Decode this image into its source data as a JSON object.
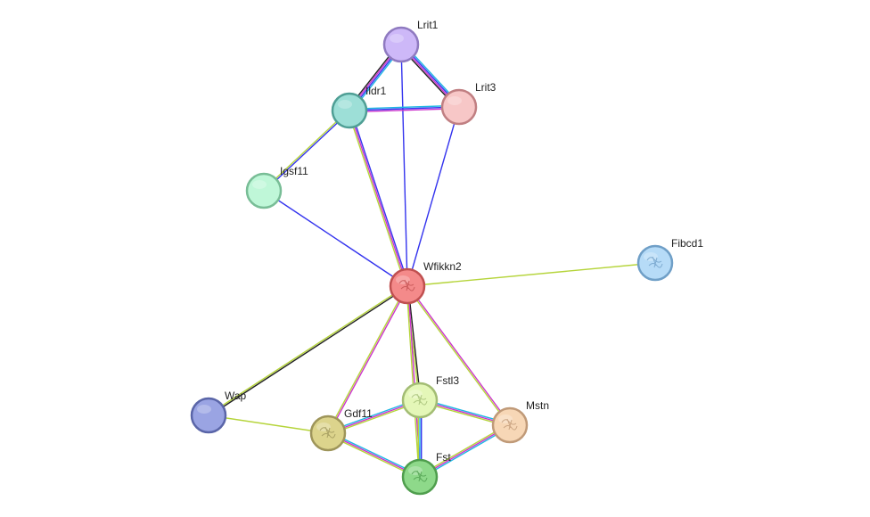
{
  "network": {
    "nodes": [
      {
        "id": "Lrit1",
        "label": "Lrit1",
        "fill": "#cdb8f8",
        "stroke": "#8f7ac0",
        "textured": false
      },
      {
        "id": "Lrit3",
        "label": "Lrit3",
        "fill": "#f7c7c7",
        "stroke": "#c07f82",
        "textured": false
      },
      {
        "id": "Ildr1",
        "label": "Ildr1",
        "fill": "#9ddfd7",
        "stroke": "#4f9f95",
        "textured": false
      },
      {
        "id": "Igsf11",
        "label": "Igsf11",
        "fill": "#bff7d8",
        "stroke": "#78bd96",
        "textured": false
      },
      {
        "id": "Fibcd1",
        "label": "Fibcd1",
        "fill": "#b6dbf7",
        "stroke": "#6f9fc7",
        "textured": true
      },
      {
        "id": "Wfikkn2",
        "label": "Wfikkn2",
        "fill": "#f48a8a",
        "stroke": "#c05050",
        "textured": true
      },
      {
        "id": "Wap",
        "label": "Wap",
        "fill": "#9aa4e3",
        "stroke": "#5a65a8",
        "textured": false
      },
      {
        "id": "Gdf11",
        "label": "Gdf11",
        "fill": "#dcd48c",
        "stroke": "#9e955a",
        "textured": true
      },
      {
        "id": "Fstl3",
        "label": "Fstl3",
        "fill": "#e4f7b8",
        "stroke": "#a3bd74",
        "textured": true
      },
      {
        "id": "Mstn",
        "label": "Mstn",
        "fill": "#f7d7b6",
        "stroke": "#c09a78",
        "textured": true
      },
      {
        "id": "Fst",
        "label": "Fst",
        "fill": "#8ed98a",
        "stroke": "#4f9e4d",
        "textured": true
      }
    ],
    "edges": [
      {
        "source": "Lrit1",
        "target": "Ildr1",
        "colors": [
          "#1fb6e3",
          "#3333ee",
          "#cc33cc",
          "#222222"
        ]
      },
      {
        "source": "Lrit1",
        "target": "Lrit3",
        "colors": [
          "#1fb6e3",
          "#3333ee",
          "#cc33cc",
          "#222222"
        ]
      },
      {
        "source": "Lrit1",
        "target": "Wfikkn2",
        "colors": [
          "#3333ee"
        ]
      },
      {
        "source": "Ildr1",
        "target": "Lrit3",
        "colors": [
          "#1fb6e3",
          "#3333ee",
          "#cc33cc"
        ]
      },
      {
        "source": "Lrit3",
        "target": "Wfikkn2",
        "colors": [
          "#3333ee"
        ]
      },
      {
        "source": "Ildr1",
        "target": "Igsf11",
        "colors": [
          "#3333ee",
          "#b5d43a"
        ]
      },
      {
        "source": "Ildr1",
        "target": "Wfikkn2",
        "colors": [
          "#3333ee",
          "#cc33cc",
          "#b5d43a"
        ]
      },
      {
        "source": "Igsf11",
        "target": "Wfikkn2",
        "colors": [
          "#3333ee"
        ]
      },
      {
        "source": "Wfikkn2",
        "target": "Fibcd1",
        "colors": [
          "#b5d43a"
        ]
      },
      {
        "source": "Wfikkn2",
        "target": "Wap",
        "colors": [
          "#222222",
          "#b5d43a"
        ]
      },
      {
        "source": "Wfikkn2",
        "target": "Gdf11",
        "colors": [
          "#cc33cc",
          "#b5d43a"
        ]
      },
      {
        "source": "Wfikkn2",
        "target": "Fstl3",
        "colors": [
          "#222222",
          "#b5d43a"
        ]
      },
      {
        "source": "Wfikkn2",
        "target": "Fst",
        "colors": [
          "#cc33cc",
          "#b5d43a"
        ]
      },
      {
        "source": "Wfikkn2",
        "target": "Mstn",
        "colors": [
          "#cc33cc",
          "#b5d43a"
        ]
      },
      {
        "source": "Wap",
        "target": "Gdf11",
        "colors": [
          "#b5d43a"
        ]
      },
      {
        "source": "Gdf11",
        "target": "Fstl3",
        "colors": [
          "#1fb6e3",
          "#cc33cc",
          "#b5d43a"
        ]
      },
      {
        "source": "Gdf11",
        "target": "Fst",
        "colors": [
          "#1fb6e3",
          "#cc33cc",
          "#b5d43a"
        ]
      },
      {
        "source": "Fstl3",
        "target": "Mstn",
        "colors": [
          "#1fb6e3",
          "#cc33cc",
          "#b5d43a"
        ]
      },
      {
        "source": "Fstl3",
        "target": "Fst",
        "colors": [
          "#3333ee",
          "#1fb6e3",
          "#b5d43a"
        ]
      },
      {
        "source": "Mstn",
        "target": "Fst",
        "colors": [
          "#1fb6e3",
          "#cc33cc",
          "#b5d43a"
        ]
      }
    ]
  }
}
